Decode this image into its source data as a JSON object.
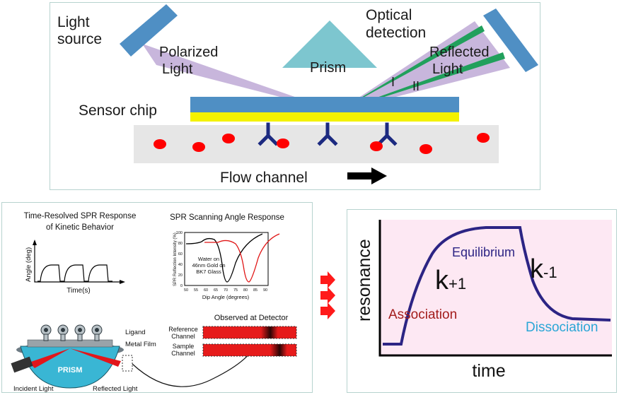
{
  "top": {
    "light_source_line1": "Light",
    "light_source_line2": "source",
    "optical_detection_line1": "Optical",
    "optical_detection_line2": "detection",
    "polarized_line1": "Polarized",
    "polarized_line2": "Light",
    "prism": "Prism",
    "reflected_line1": "Reflected",
    "reflected_line2": "Light",
    "beam_1": "I",
    "beam_2": "II",
    "sensor_chip": "Sensor chip",
    "flow_channel": "Flow channel",
    "colors": {
      "plate": "#4f8fc4",
      "light_cone": "#c8b6dc",
      "prism": "#7dc6cf",
      "gold": "#f4f200",
      "channel": "#e6e6e6",
      "dots": "#ff0000",
      "antibody": "#1c2a80",
      "beam": "#21a05c"
    }
  },
  "bottom_left": {
    "time_title_line1": "Time-Resolved SPR Response",
    "time_title_line2": "of Kinetic Behavior",
    "time_ylabel": "Angle (deg)",
    "time_xlabel": "Time(s)",
    "scan_title": "SPR Scanning Angle Response",
    "scan_ylabel": "SPR Reflection Intensity (%)",
    "scan_xlabel": "Dip Angle (degrees)",
    "scan_note_line1": "Water on",
    "scan_note_line2": "46nm Gold on",
    "scan_note_line3": "BK7 Glass",
    "scan_yticks": [
      "100",
      "80",
      "60",
      "40",
      "20",
      "0"
    ],
    "scan_xticks": [
      "50",
      "55",
      "60",
      "65",
      "70",
      "75",
      "80",
      "85",
      "90"
    ],
    "ligand": "Ligand",
    "metal_film": "Metal Film",
    "prism": "PRISM",
    "incident": "Incident Light",
    "reflected": "Reflected Light",
    "observed": "Observed at Detector",
    "reference_line1": "Reference",
    "reference_line2": "Channel",
    "sample_line1": "Sample",
    "sample_line2": "Channel"
  },
  "bottom_right": {
    "ylabel": "resonance",
    "xlabel": "time",
    "equilibrium": "Equilibrium",
    "k_plus_base": "k",
    "k_plus_sub": "+1",
    "k_minus_base": "k",
    "k_minus_sub": "-1",
    "association": "Association",
    "dissociation": "Dissociation",
    "colors": {
      "plot_bg": "#fde8f3",
      "curve": "#2c2484",
      "association": "#a31c1c",
      "dissociation": "#2aa6d6"
    }
  }
}
